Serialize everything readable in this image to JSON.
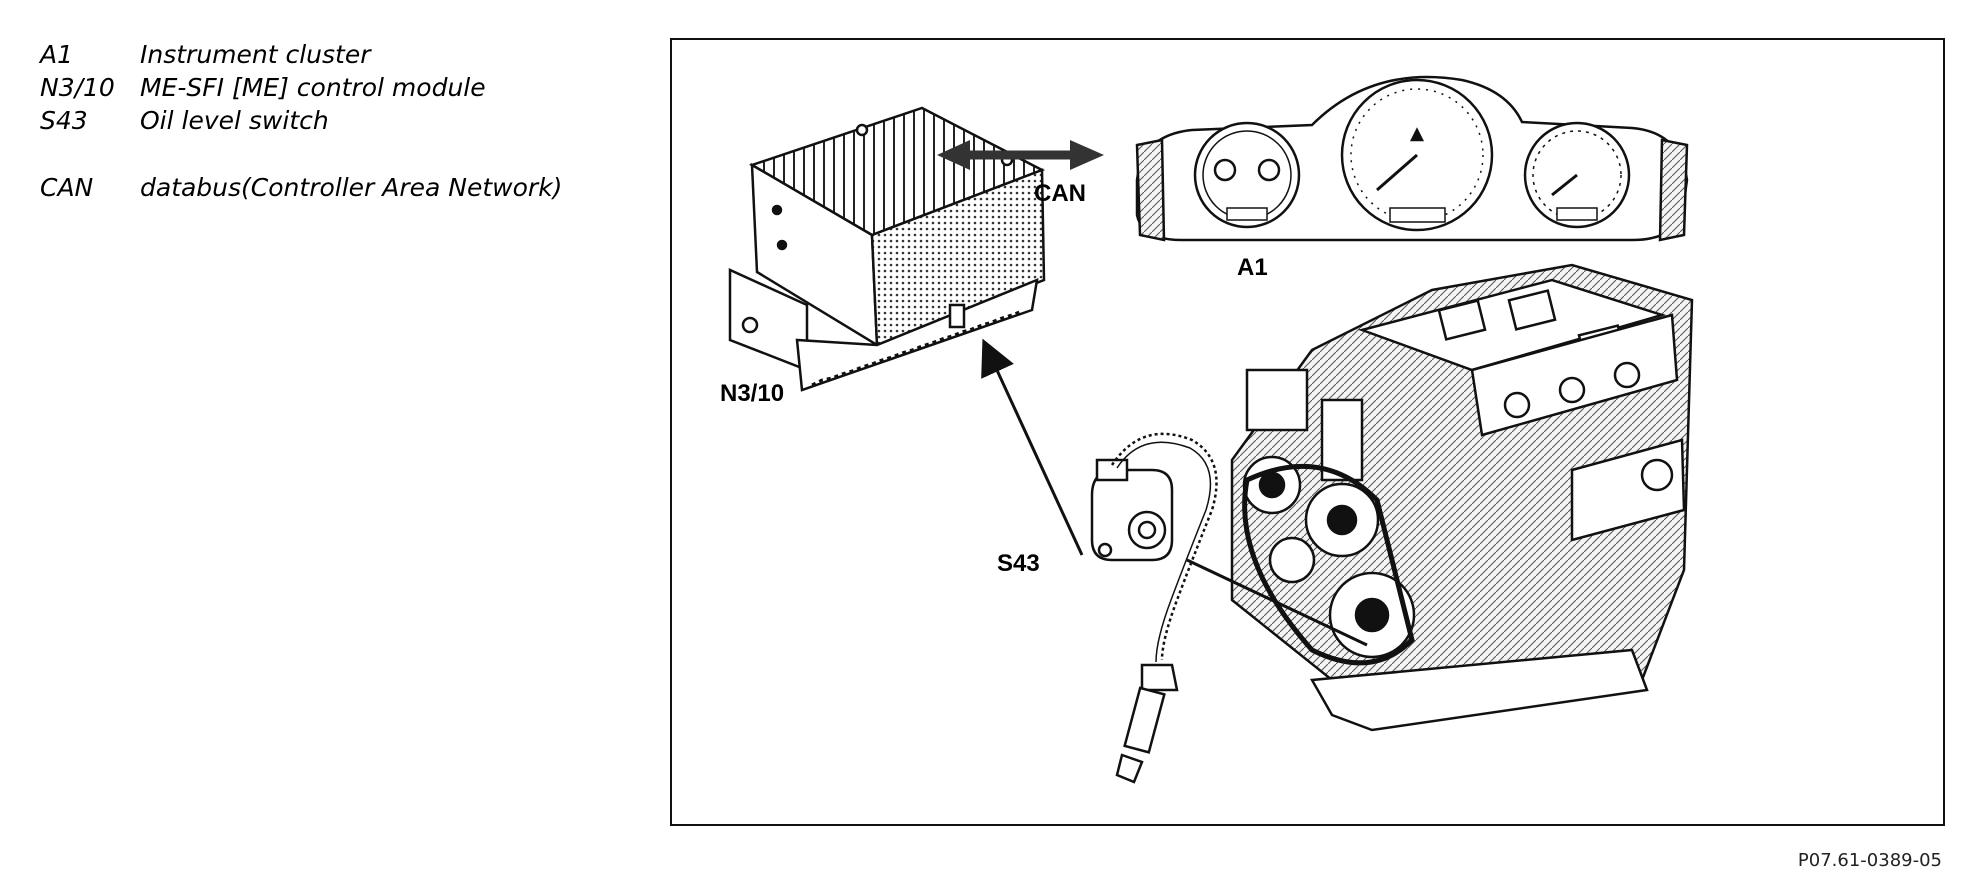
{
  "legend": {
    "items": [
      {
        "code": "A1",
        "description": "Instrument cluster"
      },
      {
        "code": "N3/10",
        "description": "ME-SFI [ME] control module"
      },
      {
        "code": "S43",
        "description": "Oil level switch"
      }
    ],
    "extra": {
      "code": "CAN",
      "description": "databus(Controller Area Network)"
    }
  },
  "figure": {
    "labels": {
      "can": "CAN",
      "a1": "A1",
      "n3_10": "N3/10",
      "s43": "S43"
    },
    "reference_code": "P07.61-0389-05"
  }
}
